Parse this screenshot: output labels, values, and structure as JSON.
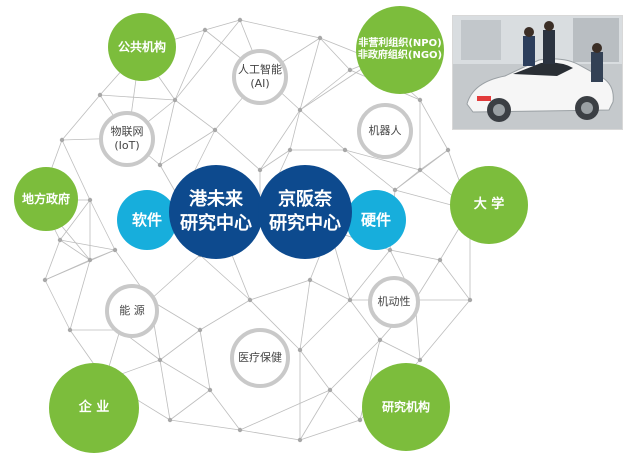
{
  "nodes": {
    "hub_left": [
      "港未来",
      "研究中心"
    ],
    "hub_right": [
      "京阪奈",
      "研究中心"
    ],
    "software": "软件",
    "hardware": "硬件",
    "public_org": "公共机构",
    "npo": "非营利组织(NPO)",
    "ngo": "非政府组织(NGO)",
    "local_gov": "地方政府",
    "university": "大 学",
    "enterprise": "企 业",
    "research_org": "研究机构",
    "ai": [
      "人工智能",
      "(AI)"
    ],
    "iot": [
      "物联网",
      "(IoT)"
    ],
    "robot": "机器人",
    "energy": "能 源",
    "medical": "医疗保健",
    "mobility": "机动性"
  },
  "colors": {
    "green": "#7cbd3c",
    "navy": "#0d4a8e",
    "cyan": "#17aedc",
    "ring": "#c9c9c9",
    "network": "#bdbdbd"
  },
  "photo": {
    "subject": "white-sports-car-with-people"
  }
}
